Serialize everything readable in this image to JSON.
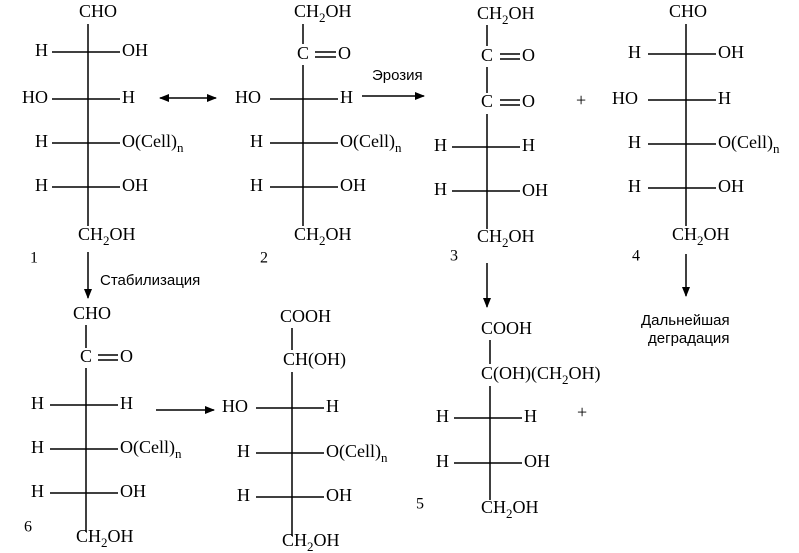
{
  "labels": {
    "cho": "CHO",
    "ch2": "CH",
    "sub2": "2",
    "oh": "OH",
    "h": "H",
    "ho": "HO",
    "carbonyl_c": "C",
    "carbonyl_o": "O",
    "ocell": "O(Cell)",
    "sub_n": "n",
    "cooh": "COOH",
    "choh": "CH(OH)",
    "coh_ch": "C(OH)(CH",
    "coh_close": "OH)",
    "plus": "+"
  },
  "numbers": {
    "s1": "1",
    "s2": "2",
    "s3": "3",
    "s4": "4",
    "s5": "5",
    "s6": "6"
  },
  "captions": {
    "erosion": "Эрозия",
    "stabilization": "Стабилизация",
    "degradation_line1": "Дальнейшая",
    "degradation_line2": "деградация"
  }
}
